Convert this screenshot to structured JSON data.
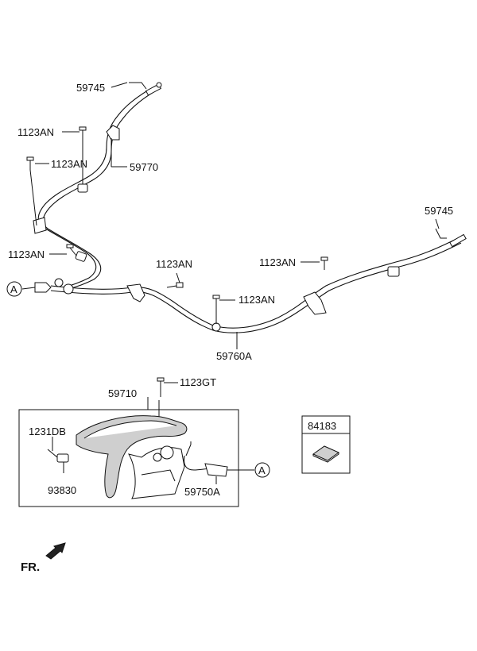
{
  "labels": {
    "p59745_top": "59745",
    "p1123an_1": "1123AN",
    "p1123an_2": "1123AN",
    "p59770": "59770",
    "p59745_right": "59745",
    "p1123an_3": "1123AN",
    "p1123an_4": "1123AN",
    "p1123an_5": "1123AN",
    "p1123an_6": "1123AN",
    "p59760a": "59760A",
    "p1123gt": "1123GT",
    "p59710": "59710",
    "p1231db": "1231DB",
    "p93830": "93830",
    "p59750a": "59750A",
    "p84183": "84183",
    "callout_a_left": "A",
    "callout_a_right": "A",
    "front": "FR."
  },
  "colors": {
    "line": "#111111",
    "background": "#ffffff",
    "shade": "#cfcfcf"
  },
  "icons": {
    "front_arrow": "front-direction-arrow-icon"
  }
}
